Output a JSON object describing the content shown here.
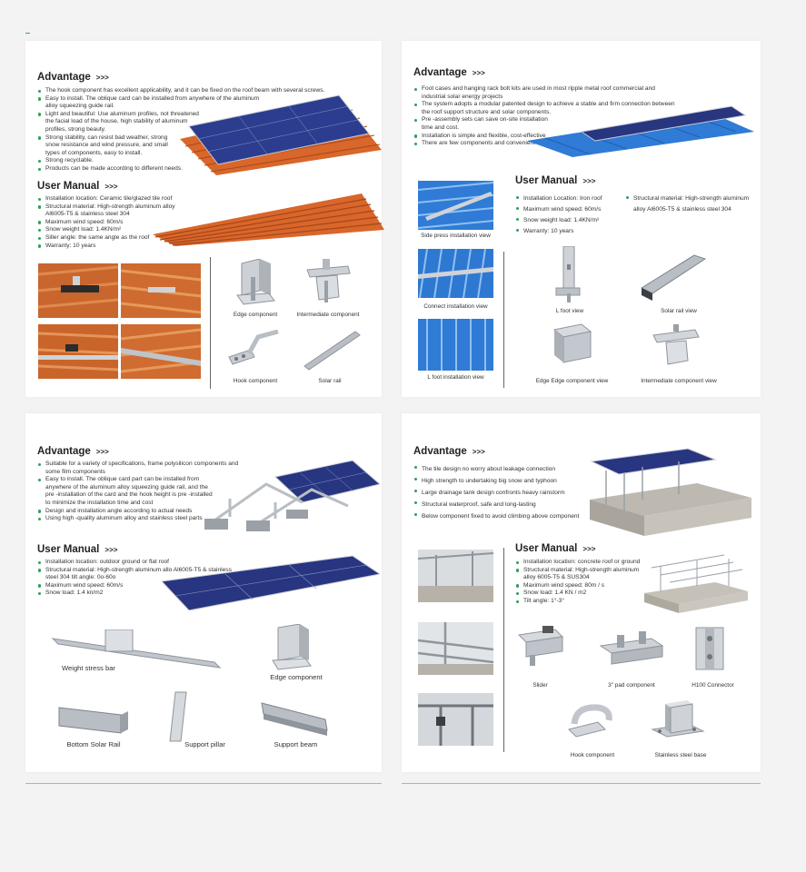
{
  "colors": {
    "accent_green": "#2ea05a",
    "tile": "#d9662a",
    "panel_blue": "#2c3d8f",
    "metal_blue": "#2f7bd6",
    "aluminium": "#b9bec4"
  },
  "p1": {
    "advantage": {
      "title": "Advantage",
      "arrow": ">>>",
      "items": [
        "The hook component has excellent applicability, and it can be fixed on the roof beam with several screws.",
        "Easy to install. The oblique card can be installed from anywhere of the aluminum alloy squeezing guide rail.",
        "Light and beautiful: Use aluminum profiles, not threatened the facial load of the house, high stability of aluminum profiles, strong beauty.",
        "Strong stability, can resist bad weather, strong snow resistance and wind pressure, and small types of components, easy to install.",
        "Strong recyclable.",
        "Products can be made according to different needs."
      ]
    },
    "manual": {
      "title": "User Manual",
      "arrow": ">>>",
      "items": [
        "Installation location: Ceramic tile/glazed tile roof",
        "Structural material: High-strength aluminum alloy Al6005-T5 & stainless steel 304",
        "Maximum wind speed: 60m/s",
        "Snow weight load: 1.4KN/m²",
        "Siller angle: the same angle as the roof",
        "Warranty: 10 years"
      ]
    },
    "components": [
      "Edge component",
      "Intermediate component",
      "Hook component",
      "Solar rail"
    ],
    "icons": [
      "tile-roof-panel-image",
      "tile-roof-image",
      "roof-photo",
      "edge-clamp-icon",
      "mid-clamp-icon",
      "hook-icon",
      "rail-icon"
    ]
  },
  "p2": {
    "advantage": {
      "title": "Advantage",
      "arrow": ">>>",
      "items": [
        "Foot cases and hanging rack bolt kits are used in most ripple metal roof commercial and industrial solar energy projects",
        "The system adopts a modular patented design to achieve a stable and firm connection between the roof support structure and solar components.",
        "Pre -assembly sets can save on-site installation time and cost.",
        "Installation is simple and flexible, cost-effective",
        "There are few components and convenient construction"
      ]
    },
    "manual": {
      "title": "User Manual",
      "arrow": ">>>",
      "left_items": [
        "Installation Location: Iron roof",
        "Maximum wind speed: 60m/s",
        "Snow weight load: 1.4KN/m²",
        "Warranty: 10 years"
      ],
      "right_items": [
        "Structural material: High-strength aluminum alloy Al6005-T5 & stainless steel 304"
      ]
    },
    "views": [
      "Side press installation view",
      "Connect installation view",
      "L foot installation view"
    ],
    "components": [
      "L foot view",
      "Solar rail view",
      "Edge Edge component view",
      "Intermediate component view"
    ]
  },
  "p3": {
    "advantage": {
      "title": "Advantage",
      "arrow": ">>>",
      "items": [
        "Suitable for a variety of specifications, frame polysilicon components and some film components",
        "Easy to install. The oblique card part can be installed from anywhere of the aluminum alloy squeezing guide rail, and the pre -installation of the card and the hook height is pre -installed to minimize the installation time and cost",
        "Design and installation angle according to actual needs",
        "Using high -quality aluminum alloy and stainless steel parts"
      ]
    },
    "manual": {
      "title": "User Manual",
      "arrow": ">>>",
      "items": [
        "Installation location: outdoor ground or flat roof",
        "Structural material: High-strength aluminum allo Al6005-T5 & stainless steel 304 tilt angle: 0o-60o",
        "Maximum wind speed: 60m/s",
        "Snow load: 1.4 kn/m2"
      ]
    },
    "components": [
      "Weight stress bar",
      "Edge component",
      "Bottom Solar Rail",
      "Support pillar",
      "Support beam"
    ]
  },
  "p4": {
    "advantage": {
      "title": "Advantage",
      "arrow": ">>>",
      "items": [
        "The tile design no worry about leakage connection",
        "High strength to undertaking big snow and typhoon",
        "Large drainage tank design confronts heavy rainstorm",
        "Structural waterproof, safe and long-lasting",
        "Below component fixed to avoid climbing above component"
      ]
    },
    "manual": {
      "title": "User Manual",
      "arrow": ">>>",
      "items": [
        "Installation location: concrete roof or ground",
        "Structural material: High-strength aluminum alloy 6005-T5 & SUS304",
        "Maximum wind speed: 80m / s",
        "Snow load: 1.4 KN / m2",
        "Tilt angle: 1°-3°"
      ]
    },
    "components": [
      "Slider",
      "3\" pad component",
      "H100 Connector",
      "Hook component",
      "Stainless steel base"
    ]
  }
}
